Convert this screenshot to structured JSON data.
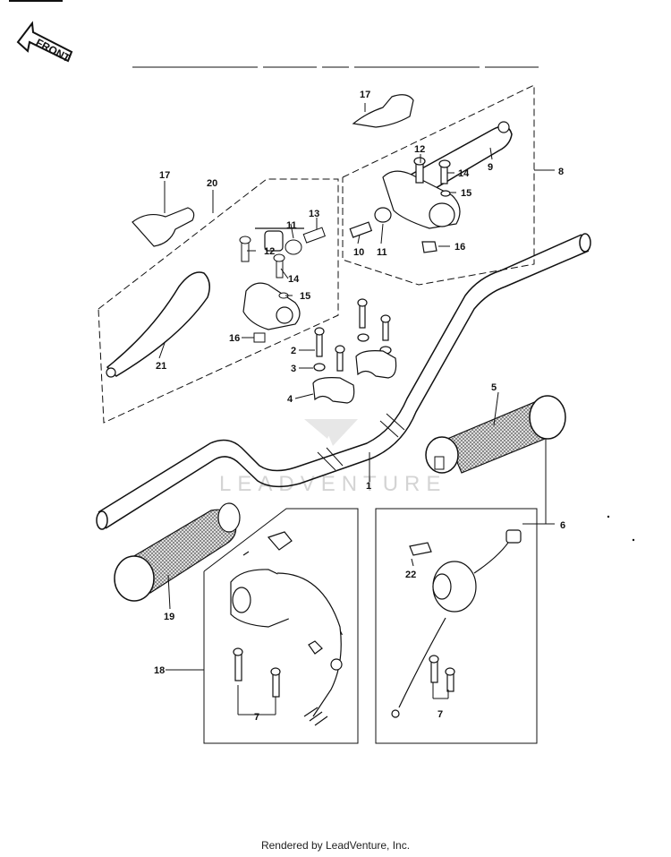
{
  "direction_label": "FRONT",
  "watermark": "LEADVENTURE",
  "footer": "Rendered by LeadVenture, Inc.",
  "callouts": [
    "1",
    "2",
    "3",
    "4",
    "5",
    "6",
    "7",
    "7",
    "8",
    "9",
    "10",
    "11",
    "11",
    "12",
    "12",
    "13",
    "14",
    "14",
    "15",
    "15",
    "16",
    "16",
    "17",
    "17",
    "18",
    "19",
    "20",
    "21",
    "22"
  ],
  "colors": {
    "ink": "#111111",
    "grip_fill": "#9a9a9a",
    "watermark": "#d4d4d4"
  },
  "icons": [
    "front-arrow-icon",
    "leadventure-logo-icon"
  ]
}
